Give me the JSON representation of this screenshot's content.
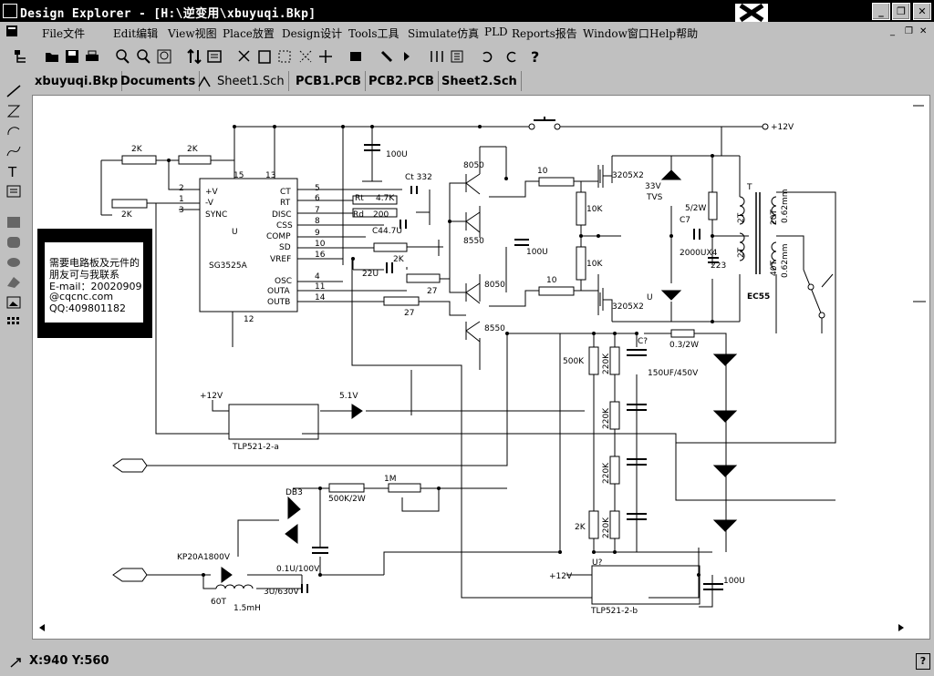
{
  "window": {
    "title": "Design Explorer - [H:\\逆变用\\xbuyuqi.Bkp]",
    "controls": [
      "_",
      "❐",
      "✕"
    ]
  },
  "menu": {
    "items": [
      "File文件",
      "Edit编辑",
      "View视图",
      "Place放置",
      "Design设计",
      "Tools工具",
      "Simulate仿真",
      "PLD",
      "Reports报告",
      "Window窗口",
      "Help帮助"
    ],
    "mdi_controls": [
      "_",
      "❐",
      "✕"
    ]
  },
  "tabs": [
    "xbuyuqi.Bkp",
    "Documents",
    "Sheet1.Sch",
    "PCB1.PCB",
    "PCB2.PCB",
    "Sheet2.Sch"
  ],
  "active_tab": "Sheet1.Sch",
  "note": {
    "lines": [
      "需要电路板及元件的",
      "朋友可与我联系",
      "E-mail：20020909",
      "@cqcnc.com",
      "QQ:409801182"
    ]
  },
  "schematic": {
    "labels": {
      "r2k_a": "2K",
      "r2k_b": "2K",
      "r2k_c": "2K",
      "ic_name": "SG3525A",
      "ic_u": "U",
      "pin_v": "+V",
      "pin_minus_v": "-V",
      "pin_sync": "SYNC",
      "pin_ct": "CT",
      "pin_rt": "RT",
      "pin_disc": "DISC",
      "pin_css": "CSS",
      "pin_comp": "COMP",
      "pin_sd": "SD",
      "pin_vref": "VREF",
      "pin_osc": "OSC",
      "pin_outa": "OUTA",
      "pin_outb": "OUTB",
      "pn2": "2",
      "pn1": "1",
      "pn3": "3",
      "pn15": "15",
      "pn13": "13",
      "pn5": "5",
      "pn6": "6",
      "pn7": "7",
      "pn8": "8",
      "pn9": "9",
      "pn10": "10",
      "pn16": "16",
      "pn4": "4",
      "pn11": "11",
      "pn14": "14",
      "pn12": "12",
      "c100u_a": "100U",
      "ct332": "Ct 332",
      "rt47k": "4.7K",
      "rt_lbl": "Rt",
      "rd200": "200",
      "rd_lbl": "Rd",
      "c447u": "C44.7U",
      "r2k_sd": "2K",
      "c22u": "22U",
      "r27_a": "27",
      "r27_b": "27",
      "q8050_a": "8050",
      "q8550_a": "8550",
      "q8050_b": "8050",
      "q8550_b": "8550",
      "c100u_b": "100U",
      "r10_a": "10",
      "r10_b": "10",
      "r10k_a": "10K",
      "r10k_b": "10K",
      "mos_a": "3205X2",
      "mos_b": "3205X2",
      "mos_u": "U",
      "tvs_v": "33V",
      "tvs": "TVS",
      "r5_2w": "5/2W",
      "c7": "C7",
      "c2000": "2000UX4",
      "c223": "223",
      "plus12_top": "+12V",
      "t": "T",
      "ec55": "EC55",
      "n2t_a": "2T",
      "n2t_b": "2T",
      "n20t": "20T",
      "n40t": "40T",
      "wire_a": "0.62mm",
      "wire_b": "0.62mm",
      "r500k": "500K",
      "r220k_a": "220K",
      "r220k_b": "220K",
      "r220k_c": "220K",
      "r220k_d": "220K",
      "cq": "C?",
      "c150": "150UF/450V",
      "r03": "0.3/2W",
      "r2k_low": "2K",
      "u_q": "U?",
      "plus12_a": "+12V",
      "z51": "5.1V",
      "tlp_a": "TLP521-2-a",
      "db3": "DB3",
      "r500k2w": "500K/2W",
      "pot1m": "1M",
      "kp20": "KP20A1800V",
      "c01u": "0.1U/100V",
      "ind60t": "60T",
      "ind15": "1.5mH",
      "c3u": "3U/630V",
      "plus12_b": "+12V",
      "tlp_b": "TLP521-2-b",
      "c100u_c": "100U"
    }
  },
  "status": {
    "coords": "X:940 Y:560"
  }
}
